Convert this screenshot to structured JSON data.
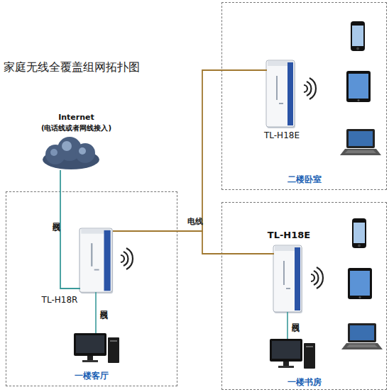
{
  "diagram": {
    "title": "家庭无线全覆盖组网拓扑图",
    "nodes": [
      {
        "text": [
          "二楼卧室"
        ]
      },
      {
        "text": [
          "TL-H18E"
        ],
        "in": 0
      },
      {
        "text": [
          "Internet",
          "(电话线或者网线接入)"
        ]
      },
      {
        "text": [
          "一楼客厅"
        ]
      },
      {
        "text": [
          "TL-H18R"
        ],
        "in": 3
      },
      {
        "text": [
          "一楼书房"
        ]
      },
      {
        "text": [
          "TL-H18E"
        ],
        "in": 5
      }
    ],
    "edges": [
      {
        "from": 2,
        "to": 4,
        "label": "网线",
        "arrow": "none"
      },
      {
        "from": 4,
        "to": 1,
        "label": "电线",
        "arrow": "none"
      },
      {
        "from": 4,
        "to": 6,
        "arrow": "none"
      }
    ],
    "labels": [
      "网线",
      "网线"
    ]
  }
}
